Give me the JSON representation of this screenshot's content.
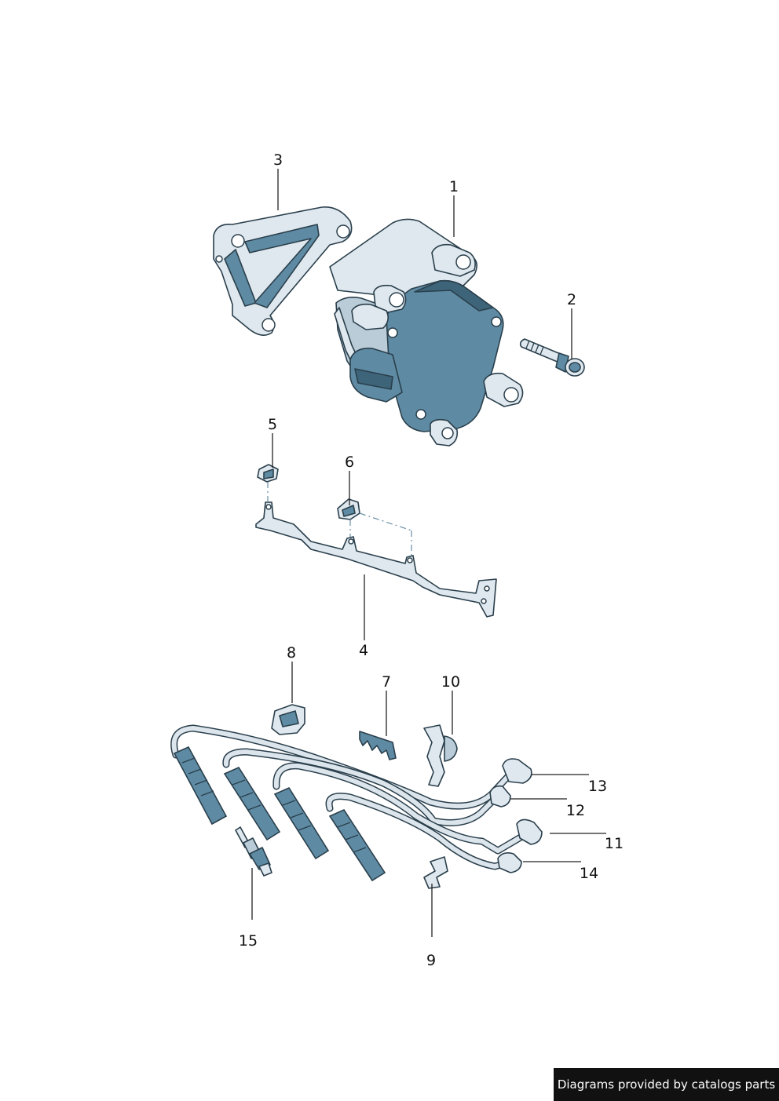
{
  "callouts": {
    "c1": "1",
    "c2": "2",
    "c3": "3",
    "c4": "4",
    "c5": "5",
    "c6": "6",
    "c7": "7",
    "c8": "8",
    "c9": "9",
    "c10": "10",
    "c11": "11",
    "c12": "12",
    "c13": "13",
    "c14": "14",
    "c15": "15"
  },
  "footer": {
    "credit": "Diagrams provided by catalogs parts"
  },
  "colors": {
    "part_fill": "#5e8ba3",
    "part_outline": "#2a3f4c",
    "highlight": "#dfe8ee",
    "footer_background": "#111111"
  }
}
